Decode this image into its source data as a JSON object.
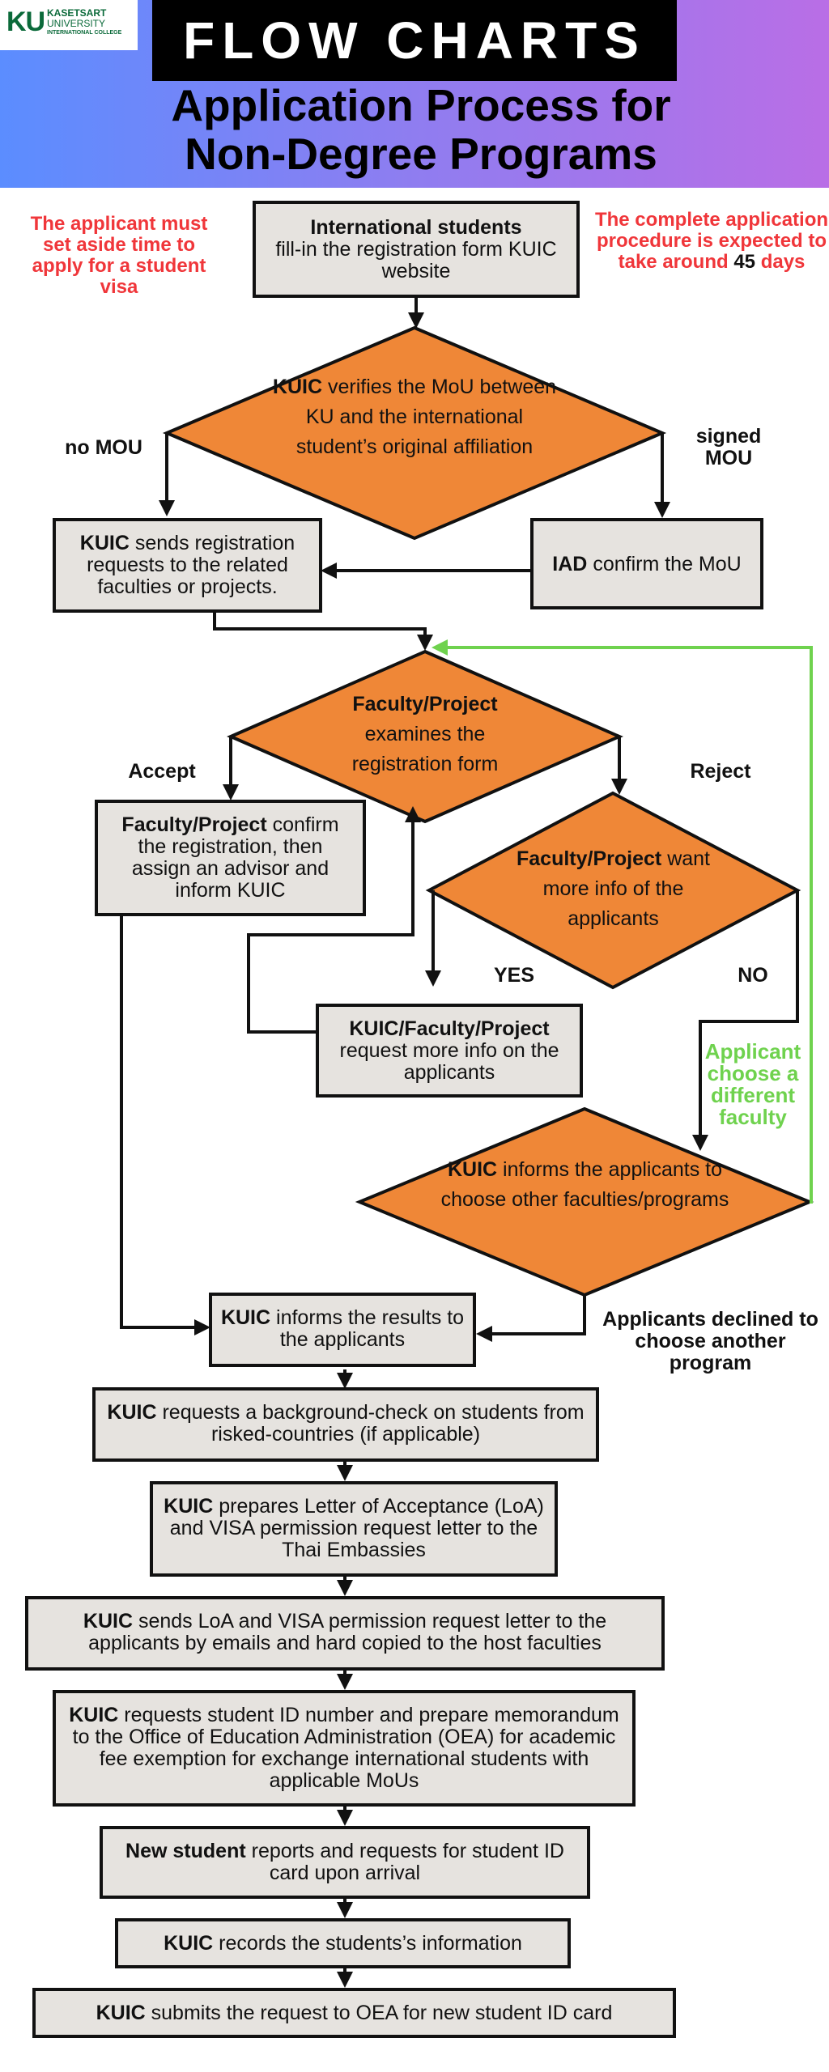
{
  "header": {
    "logo_mark": "KU",
    "logo_line1": "KASETSART",
    "logo_line2": "UNIVERSITY",
    "logo_line3": "INTERNATIONAL COLLEGE",
    "banner": "FLOW CHARTS",
    "subtitle_line1": "Application Process for",
    "subtitle_line2": "Non-Degree Programs"
  },
  "notes": {
    "left": "The applicant must set aside time to apply for a student visa",
    "right_part1": "The complete application procedure is expected to take around",
    "right_days": "45",
    "right_part2": "days"
  },
  "steps": {
    "start": {
      "bold": "International students",
      "text": "fill-in the registration form KUIC website"
    },
    "verify": {
      "bold": "KUIC",
      "text": "verifies the MoU between KU and the international student’s original affiliation"
    },
    "send_requests": {
      "bold": "KUIC",
      "text": "sends registration requests to the related faculties or projects."
    },
    "iad": {
      "bold": "IAD",
      "text": "confirm the MoU"
    },
    "examine": {
      "bold": "Faculty/Project",
      "text": "examines the registration form"
    },
    "confirm": {
      "bold": "Faculty/Project",
      "text": "confirm the registration, then assign an advisor and inform KUIC"
    },
    "want_info": {
      "bold": "Faculty/Project",
      "text": "want more info of the applicants"
    },
    "request_info": {
      "bold": "KUIC/Faculty/Project",
      "text": "request more info on the applicants"
    },
    "inform_other": {
      "bold": "KUIC",
      "text": "informs the applicants to choose other faculties/programs"
    },
    "results": {
      "bold": "KUIC",
      "text": "informs the results to the applicants"
    },
    "background": {
      "bold": "KUIC",
      "text": "requests a background-check on students from risked-countries (if applicable)"
    },
    "loa": {
      "bold": "KUIC",
      "text": "prepares Letter of Acceptance (LoA) and VISA permission request letter to the Thai Embassies"
    },
    "send_loa": {
      "bold": "KUIC",
      "text": "sends LoA and VISA permission request letter to the applicants by emails and hard copied to the host faculties"
    },
    "student_id": {
      "bold": "KUIC",
      "text": "requests student ID number and prepare memorandum to the Office of Education Administration (OEA) for academic fee exemption for exchange international students with applicable MoUs"
    },
    "report": {
      "bold": "New student",
      "text": "reports and requests for student ID card upon arrival"
    },
    "records": {
      "bold": "KUIC",
      "text": "records the students’s information"
    },
    "submit": {
      "bold": "KUIC",
      "text": "submits the request to OEA for new student ID card"
    }
  },
  "labels": {
    "no_mou": "no MOU",
    "signed_mou": "signed MOU",
    "accept": "Accept",
    "reject": "Reject",
    "yes": "YES",
    "no": "NO",
    "different_faculty": "Applicant choose a different faculty",
    "declined": "Applicants declined to choose another program"
  },
  "colors": {
    "diamond": "#ef8737",
    "box": "#e6e3df",
    "note_red": "#f0363a",
    "loop_green": "#6fd24e"
  }
}
